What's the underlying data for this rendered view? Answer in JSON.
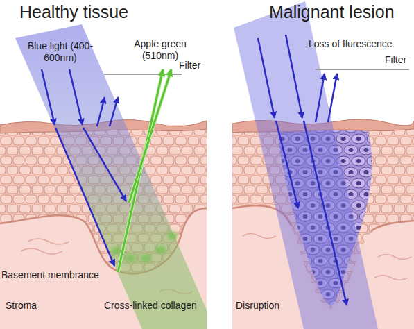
{
  "diagram": {
    "labels": [
      "Healthy tissue",
      "Blue light (400-600nm)",
      "Apple green (510nm)",
      "Filter",
      "Basement membrance",
      "Stroma",
      "Cross-linked collagen",
      "Malignant lesion",
      "Loss of flurescence",
      "Filter",
      "Disruption"
    ]
  }
}
